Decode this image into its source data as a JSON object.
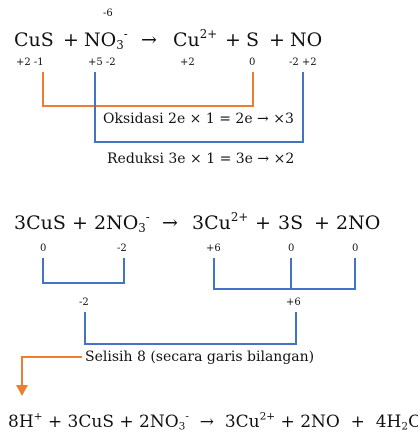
{
  "colors": {
    "orange": "#ED7D31",
    "blue": "#4472C4",
    "text": "#111111"
  },
  "eq1": {
    "top_ox": "-6",
    "cus": "CuS",
    "plus1": "+",
    "no3": "NO",
    "no3_sub": "3",
    "no3_sup": "-",
    "arrow": "→",
    "cu": "Cu",
    "cu_sup": "2+",
    "plus2": "+",
    "s": "S",
    "plus3": "+",
    "no": "NO",
    "ox_cus": "+2  -1",
    "ox_no3": "+5 -2",
    "ox_cu": "+2",
    "ox_s": "0",
    "ox_no": "-2 +2"
  },
  "oxidation_label": "Oksidasi 2e × 1  = 2e → ×3",
  "reduction_label": "Reduksi 3e × 1  = 3e → ×2",
  "eq2": {
    "cus": "3CuS",
    "plus1": "+",
    "no3": "2NO",
    "no3_sub": "3",
    "no3_sup": "-",
    "arrow": "→",
    "cu": "3Cu",
    "cu_sup": "2+",
    "plus2": "+",
    "s": "3S",
    "plus3": "+",
    "no": "2NO",
    "ox_cus": "0",
    "ox_no3": "-2",
    "ox_cu": "+6",
    "ox_s": "0",
    "ox_no": "0",
    "sum_left": "-2",
    "sum_right": "+6"
  },
  "difference_label": "Selisih 8 (secara garis bilangan)",
  "eq3": {
    "h": "8H",
    "h_sup": "+",
    "plus1": "+",
    "cus": "3CuS",
    "plus2": "+",
    "no3": "2NO",
    "no3_sub": "3",
    "no3_sup": "-",
    "arrow": "→",
    "cu": "3Cu",
    "cu_sup": "2+",
    "plus3": "+",
    "no": "2NO",
    "plus4": "+",
    "h2o_a": "4H",
    "h2o_sub": "2",
    "h2o_b": "O"
  }
}
